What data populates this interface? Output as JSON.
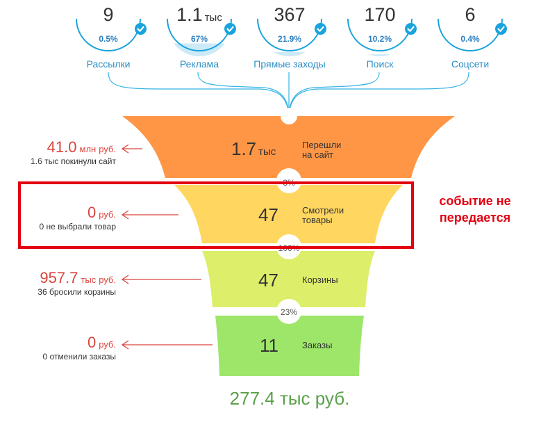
{
  "sources": [
    {
      "count": "9",
      "unit": "",
      "share": "0.5%",
      "label": "Рассылки",
      "fill": 0.005
    },
    {
      "count": "1.1",
      "unit": "тыс",
      "share": "67%",
      "label": "Реклама",
      "fill": 0.67
    },
    {
      "count": "367",
      "unit": "",
      "share": "21.9%",
      "label": "Прямые заходы",
      "fill": 0.219
    },
    {
      "count": "170",
      "unit": "",
      "share": "10.2%",
      "label": "Поиск",
      "fill": 0.102
    },
    {
      "count": "6",
      "unit": "",
      "share": "0.4%",
      "label": "Соцсети",
      "fill": 0.004
    }
  ],
  "stages": [
    {
      "value": "1.7",
      "unit": "тыс",
      "label": "Перешли на сайт",
      "color": "#ff9646"
    },
    {
      "value": "47",
      "unit": "",
      "label": "Смотрели товары",
      "color": "#ffd660"
    },
    {
      "value": "47",
      "unit": "",
      "label": "Корзины",
      "color": "#dcee6a"
    },
    {
      "value": "11",
      "unit": "",
      "label": "Заказы",
      "color": "#9de66a"
    }
  ],
  "conversions": [
    "3%",
    "100%",
    "23%"
  ],
  "losses": [
    {
      "amount": "41.0",
      "unit": "млн",
      "currency": "руб.",
      "desc": "1.6 тыс покинули сайт"
    },
    {
      "amount": "0",
      "unit": "",
      "currency": "руб.",
      "desc": "0 не выбрали товар"
    },
    {
      "amount": "957.7",
      "unit": "тыс",
      "currency": "руб.",
      "desc": "36 бросили корзины"
    },
    {
      "amount": "0",
      "unit": "",
      "currency": "руб.",
      "desc": "0 отменили заказы"
    }
  ],
  "total": "277.4 тыс руб.",
  "annotation": "событие не передается",
  "colors": {
    "accent": "#1aa3dc",
    "loss": "#d9453d",
    "total": "#5aa04a",
    "highlight": "#e3000f"
  }
}
